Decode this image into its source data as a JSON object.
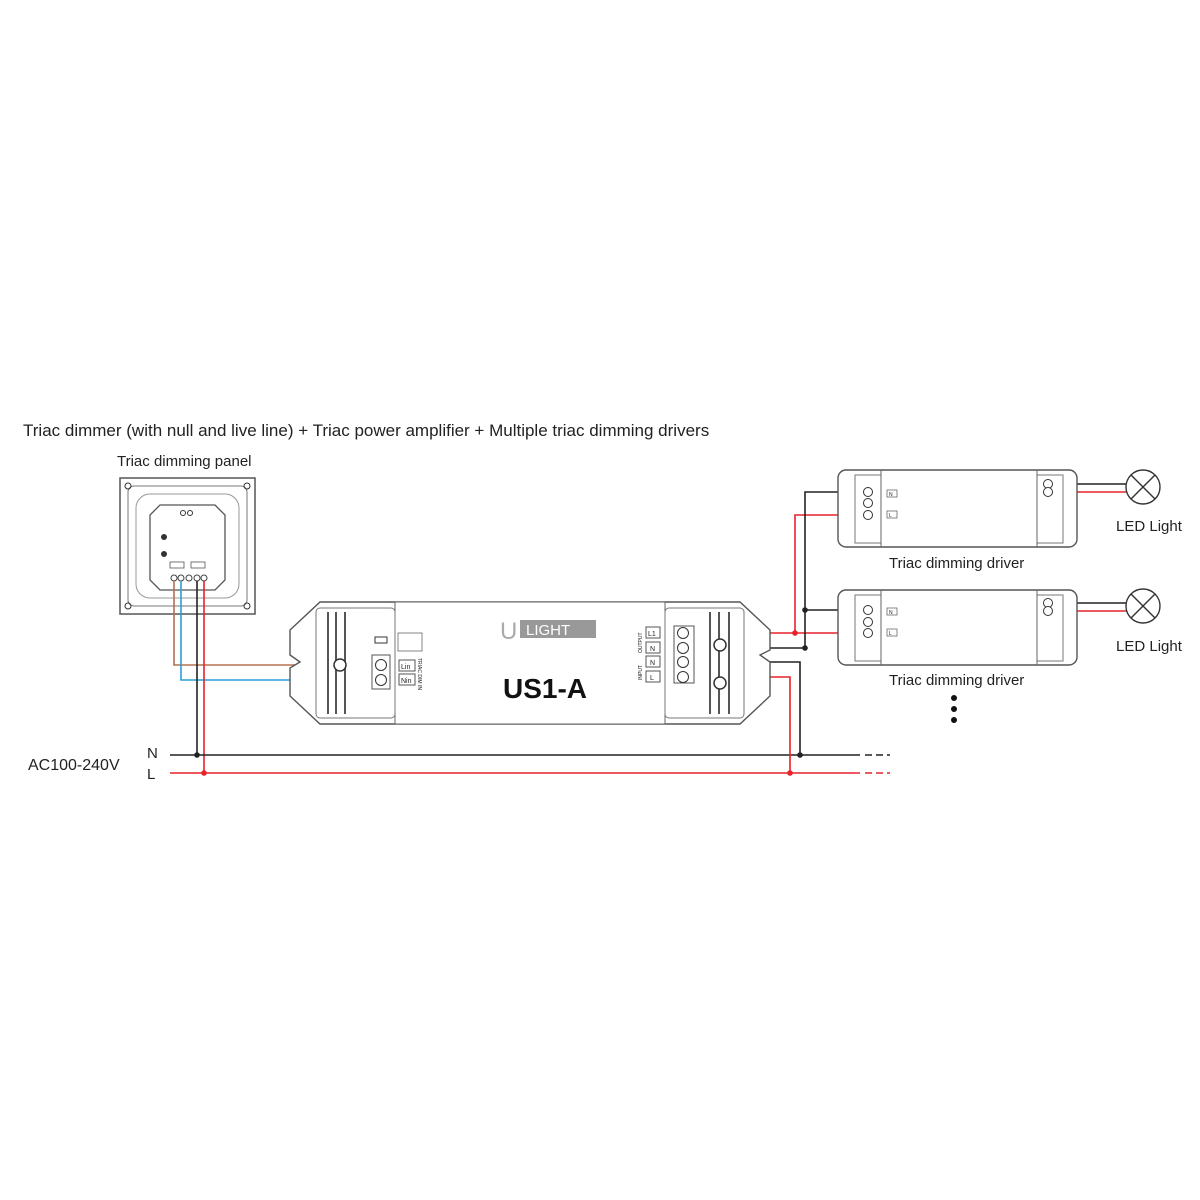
{
  "title": "Triac dimmer (with null and live line) + Triac power amplifier + Multiple triac dimming drivers",
  "panel": {
    "label": "Triac dimming panel"
  },
  "amplifier": {
    "brand": "LIGHT",
    "brand_u": "U",
    "model": "US1-A",
    "in_labels": [
      "Lin",
      "Nin"
    ],
    "in_caption": "TRIAC DIM IN",
    "out_labels": [
      "L1",
      "N",
      "N",
      "L"
    ],
    "output_caption": "OUTPUT",
    "input_caption": "INPUT"
  },
  "drivers": [
    {
      "label": "Triac dimming driver",
      "terms": [
        "N",
        "L"
      ]
    },
    {
      "label": "Triac dimming driver",
      "terms": [
        "N",
        "L"
      ]
    }
  ],
  "lights": [
    {
      "label": "LED Light"
    },
    {
      "label": "LED Light"
    }
  ],
  "supply": {
    "label": "AC100-240V",
    "n": "N",
    "l": "L"
  },
  "colors": {
    "live": "#e8212b",
    "neutral": "#222222",
    "brown": "#b5704f",
    "blue": "#2a9fd8",
    "outline": "#555555"
  }
}
